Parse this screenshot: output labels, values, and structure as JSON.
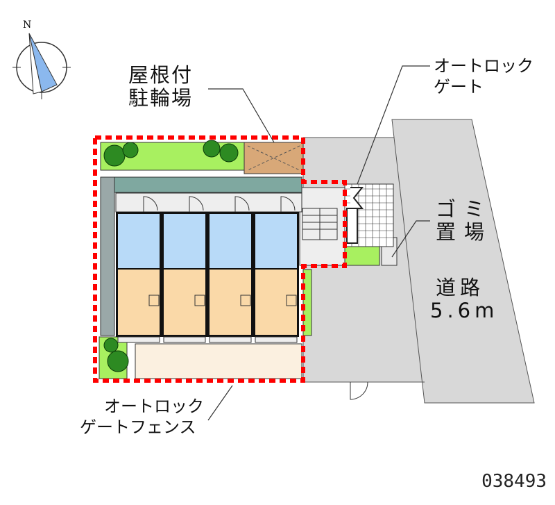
{
  "compass": {
    "north_label": "N"
  },
  "labels": {
    "bike_parking": [
      "屋根付",
      "駐輪場"
    ],
    "autolock_gate": [
      "オートロック",
      "ゲート"
    ],
    "garbage": [
      "ゴミ",
      "置場"
    ],
    "road": [
      "道路",
      "5.6m"
    ],
    "autolock_fence": [
      "オートロック",
      "ゲートフェンス"
    ]
  },
  "property_code": "038493",
  "colors": {
    "boundary": "#ff0000",
    "green": "#a8f060",
    "room": "#fad9a8",
    "wet": "#b8daf8",
    "road": "#d8d8d8"
  },
  "units": 4
}
